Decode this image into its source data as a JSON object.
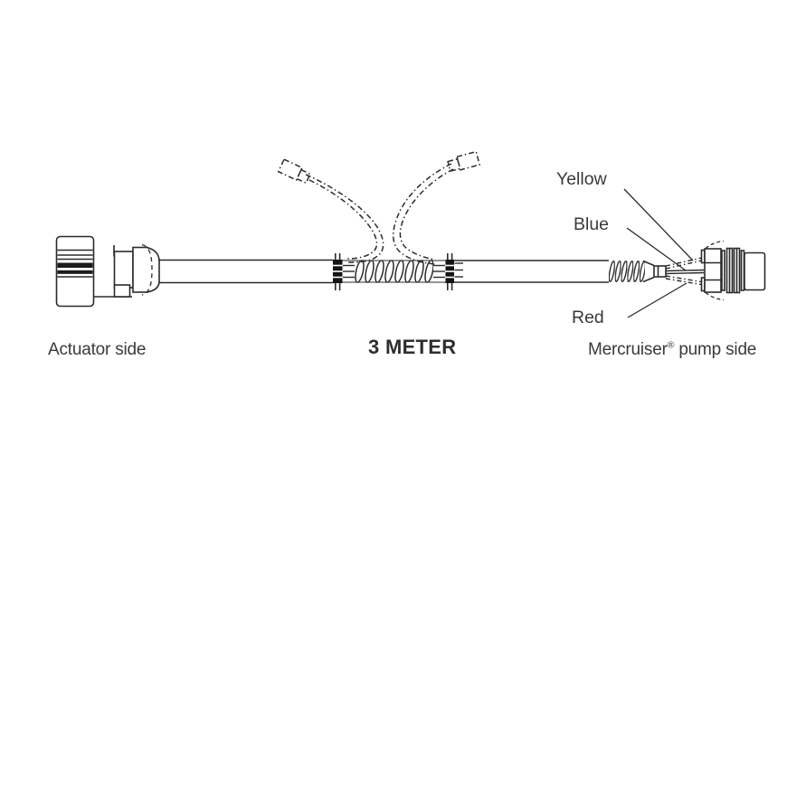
{
  "diagram": {
    "side_labels": {
      "left": "Actuator side",
      "center": "3 METER",
      "right_brand": "Mercruiser",
      "right_reg": "®",
      "right_rest": " pump side"
    },
    "wire_labels": {
      "yellow": "Yellow",
      "blue": "Blue",
      "red": "Red"
    },
    "colors": {
      "line": "#2b2b2b",
      "text": "#3a3a3a",
      "background": "#ffffff"
    }
  }
}
